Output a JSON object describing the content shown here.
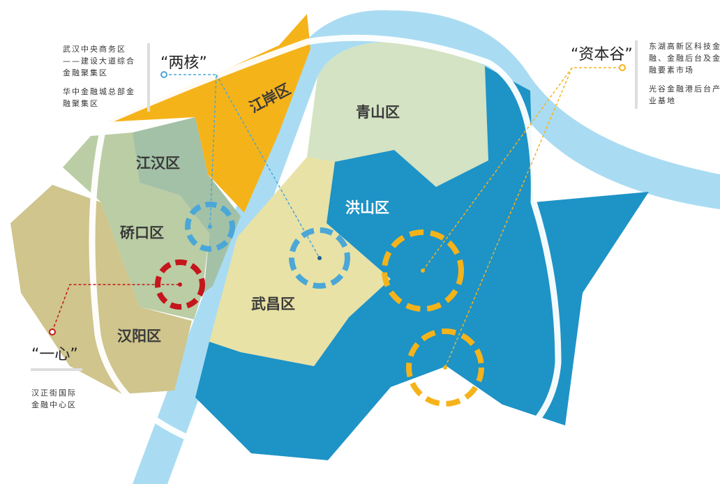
{
  "title_labels": {
    "two_cores": "“两核”",
    "one_heart": "“一心”",
    "capital_valley": "“资本谷”"
  },
  "notes": {
    "two_cores": [
      "武汉中央商务区——建设大道综合金融聚集区",
      "华中金融城总部金融聚集区"
    ],
    "one_heart": [
      "汉正街国际金融中心区"
    ],
    "capital_valley": [
      "东湖高新区科技金融、金融后台及金融要素市场",
      "光谷金融港后台产业基地"
    ]
  },
  "districts": {
    "jiangan": "江岸区",
    "jianghan": "江汉区",
    "qiaokou": "硚口区",
    "hanyang": "汉阳区",
    "wuchang": "武昌区",
    "qingshan": "青山区",
    "hongshan": "洪山区"
  },
  "colors": {
    "river": "#a9dcf2",
    "hongshan": "#1e93c6",
    "qingshan": "#d3e3c3",
    "wuchang": "#e8e2a6",
    "jiangan": "#f5b31a",
    "jianghan": "#a3c1a6",
    "qiaokou": "#bacda4",
    "hanyang": "#cfc58d",
    "red_marker": "#c4161c",
    "blue_marker": "#4aa7d8",
    "orange_marker": "#f5b31a"
  }
}
